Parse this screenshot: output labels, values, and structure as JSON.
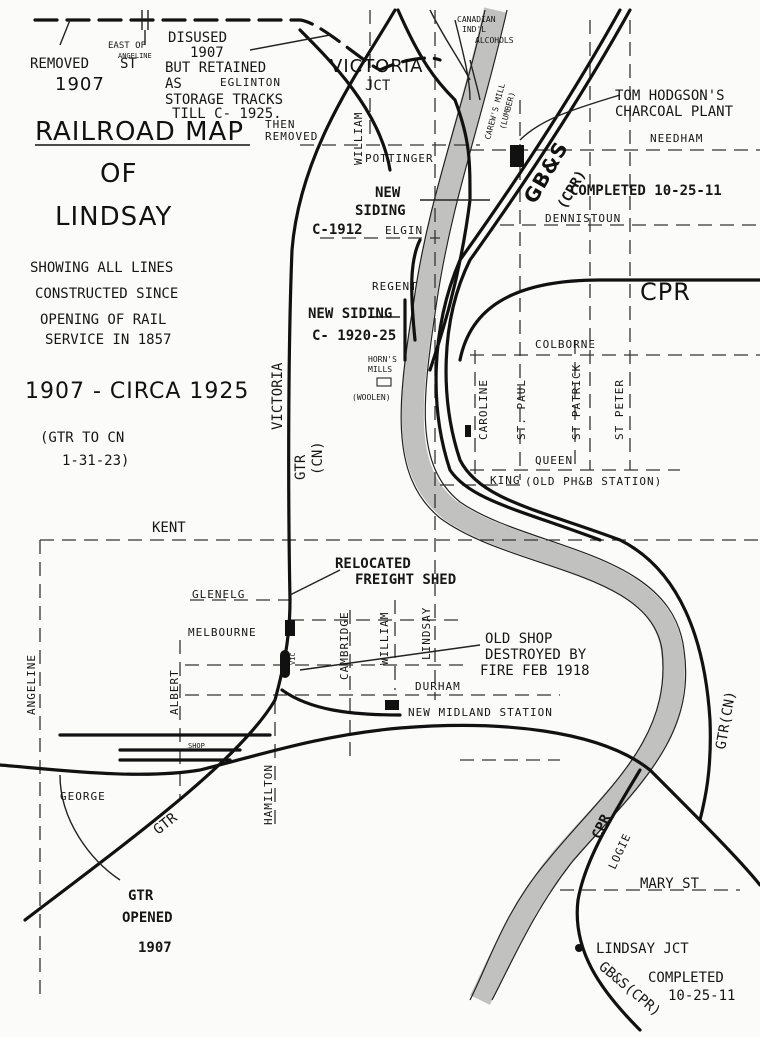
{
  "title": {
    "line1": "RAILROAD MAP",
    "line2": "OF",
    "line3": "LINDSAY"
  },
  "subtitle": [
    "SHOWING ALL LINES",
    "CONSTRUCTED SINCE",
    "OPENING OF RAIL",
    "SERVICE IN 1857"
  ],
  "period": "1907 - CIRCA 1925",
  "gtr_note": [
    "(GTR TO CN",
    "1-31-23)"
  ],
  "notes": {
    "removed": [
      "REMOVED",
      "1907"
    ],
    "east_of": [
      "EAST OF",
      "ANGELINE",
      "ST"
    ],
    "disused": [
      "DISUSED",
      "1907",
      "BUT RETAINED",
      "AS",
      "STORAGE TRACKS",
      "TILL C- 1925.",
      "THEN",
      "REMOVED"
    ],
    "victoria_jct": [
      "VICTORIA",
      "JCT"
    ],
    "canadian_alcohols": [
      "CANADIAN",
      "IND'L",
      "ALCOHOLS"
    ],
    "carews_mill": "CAREW'S MILL",
    "lumber": "(LUMBER)",
    "charcoal": [
      "TOM HODGSON'S",
      "CHARCOAL PLANT"
    ],
    "gbs_top": [
      "GB&S",
      "(CPR)"
    ],
    "completed_top": "COMPLETED 10-25-11",
    "new_siding_1912": [
      "NEW",
      "SIDING",
      "C-1912"
    ],
    "new_siding_1920": [
      "NEW SIDING",
      "C- 1920-25"
    ],
    "horns_mills": [
      "HORN'S",
      "MILLS",
      "(WOOLEN)"
    ],
    "old_station": "(OLD PH&B STATION)",
    "freight_shed": [
      "RELOCATED",
      "FREIGHT SHED"
    ],
    "old_shop": [
      "OLD SHOP",
      "DESTROYED BY",
      "FIRE FEB 1918"
    ],
    "shop": "SHOP",
    "new_midland": "NEW MIDLAND STATION",
    "gtr_opened": [
      "GTR",
      "OPENED",
      "1907"
    ],
    "lindsay_jct": "LINDSAY JCT",
    "gbs_bottom": "GB&S(CPR)",
    "completed_bottom": [
      "COMPLETED",
      "10-25-11"
    ]
  },
  "railways": {
    "cpr": "CPR",
    "gtr_cn": [
      "GTR",
      "(CN)"
    ],
    "gtr": "GTR",
    "gtr_cn_right": "GTR(CN)",
    "cpr_bottom": "CPR"
  },
  "streets": {
    "eglinton": "EGLINTON",
    "needham": "NEEDHAM",
    "pottinger": "POTTINGER",
    "elgin": "ELGIN",
    "dennistoun": "DENNISTOUN",
    "regent": "REGENT",
    "colborne": "COLBORNE",
    "queen": "QUEEN",
    "king": "KING",
    "kent": "KENT",
    "glenelg": "GLENELG",
    "melbourne": "MELBOURNE",
    "durham": "DURHAM",
    "george": "GEORGE",
    "mary": "MARY ST",
    "logie": "LOGIE",
    "william_n": "WILLIAM",
    "victoria": "VICTORIA",
    "caroline": "CAROLINE",
    "st_paul": "ST. PAUL",
    "st_patrick": "ST PATRICK",
    "st_peter": "ST PETER",
    "angeline": "ANGELINE",
    "albert": "ALBERT",
    "hamilton": "HAMILTON",
    "cambridge": "CAMBRIDGE",
    "william_s": "WILLIAM",
    "lindsay": "LINDSAY",
    "victoria_short": "VIC"
  }
}
